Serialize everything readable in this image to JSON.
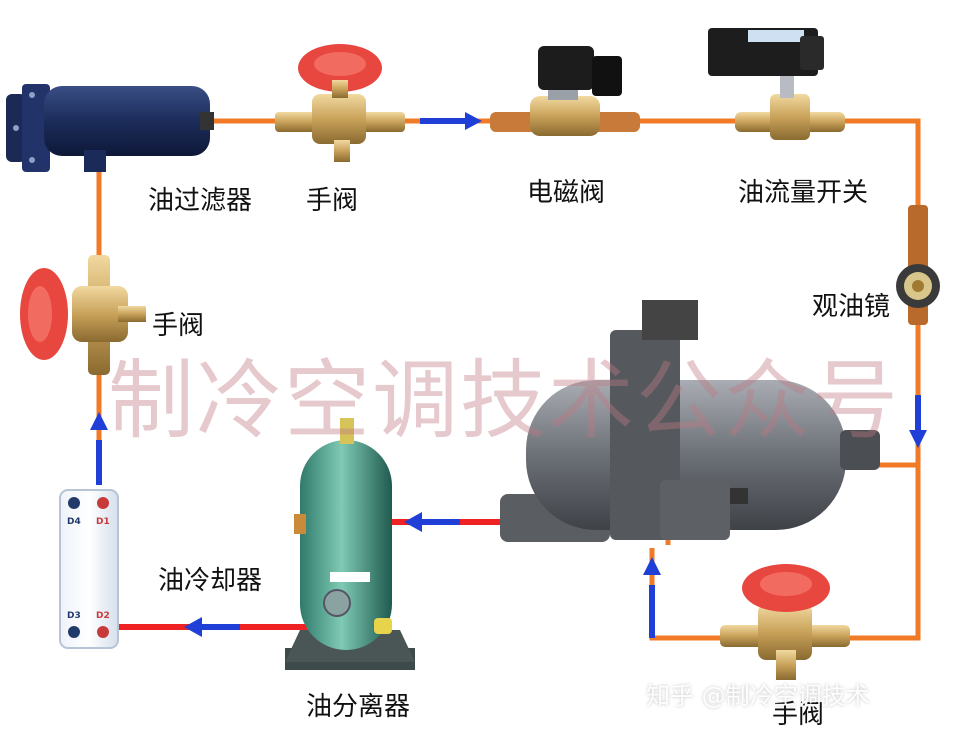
{
  "labels": {
    "oil_filter": "油过滤器",
    "hand_valve_top": "手阀",
    "solenoid_valve": "电磁阀",
    "oil_flow_switch": "油流量开关",
    "sight_glass": "观油镜",
    "hand_valve_left": "手阀",
    "oil_cooler": "油冷却器",
    "oil_separator": "油分离器",
    "hand_valve_bottom": "手阀"
  },
  "cooler_ports": {
    "d4": "D4",
    "d1": "D1",
    "d3": "D3",
    "d2": "D2"
  },
  "watermark": {
    "main": "制冷空调技术公众号",
    "corner": "知乎 @制冷空调技术"
  },
  "colors": {
    "oil_line": "#f07a26",
    "hot_line": "#ee2222",
    "flow_arrow": "#1f3fd6",
    "valve_knob": "#e8473f",
    "brass": "#c9a25a"
  },
  "icons": [
    "oil-filter-icon",
    "hand-valve-icon",
    "solenoid-valve-icon",
    "flow-switch-icon",
    "sight-glass-icon",
    "plate-heat-exchanger-icon",
    "oil-separator-icon",
    "screw-compressor-icon"
  ]
}
